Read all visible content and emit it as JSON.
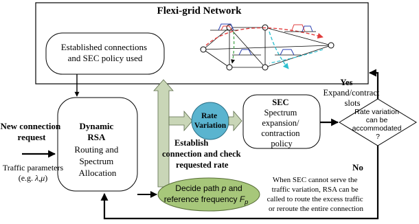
{
  "network": {
    "title": "Flexi-grid Network",
    "established_box": [
      "Established connections",
      "and SEC policy used"
    ]
  },
  "inputs": {
    "new_connection": [
      "New connection",
      "request"
    ],
    "traffic_params_line1": "Traffic parameters",
    "traffic_params_prefix": "(e.g. ",
    "traffic_params_lambda": "λ",
    "traffic_params_sep": ",",
    "traffic_params_mu": "μ",
    "traffic_params_suffix": ")"
  },
  "rsa": {
    "title_line1": "Dynamic",
    "title_line2": "RSA",
    "body": [
      "Routing and",
      "Spectrum",
      "Allocation"
    ]
  },
  "decide": {
    "line1_prefix": "Decide path ",
    "line1_var": "p",
    "line1_suffix": " and",
    "line2_prefix": "reference frequency ",
    "line2_var": "F",
    "line2_sub": "p"
  },
  "establish_label": [
    "Establish",
    "connection and check",
    "requested rate"
  ],
  "rate_variation": [
    "Rate",
    "Variation"
  ],
  "sec": {
    "title": "SEC",
    "body": [
      "Spectrum",
      "expansion/",
      "contraction",
      "policy"
    ]
  },
  "decision": {
    "text": [
      "Rate variation",
      "can be",
      "accommodated",
      "?"
    ],
    "yes_label": "Yes",
    "yes_action": [
      "Expand/contract",
      "slots"
    ],
    "no_label": "No"
  },
  "fallback_note": [
    "When SEC cannot serve the",
    "traffic variation, RSA can be",
    "called to route the excess traffic",
    "or reroute the entire connection"
  ],
  "colors": {
    "decide_fill": "#a7c77a",
    "rate_fill": "#5ab4cf",
    "establish_arrow": "#c9d6b7",
    "dashed_red": "#e03c3c",
    "dashed_cyan": "#2fc0d0",
    "spectrum_blue": "#2a3fb0"
  }
}
